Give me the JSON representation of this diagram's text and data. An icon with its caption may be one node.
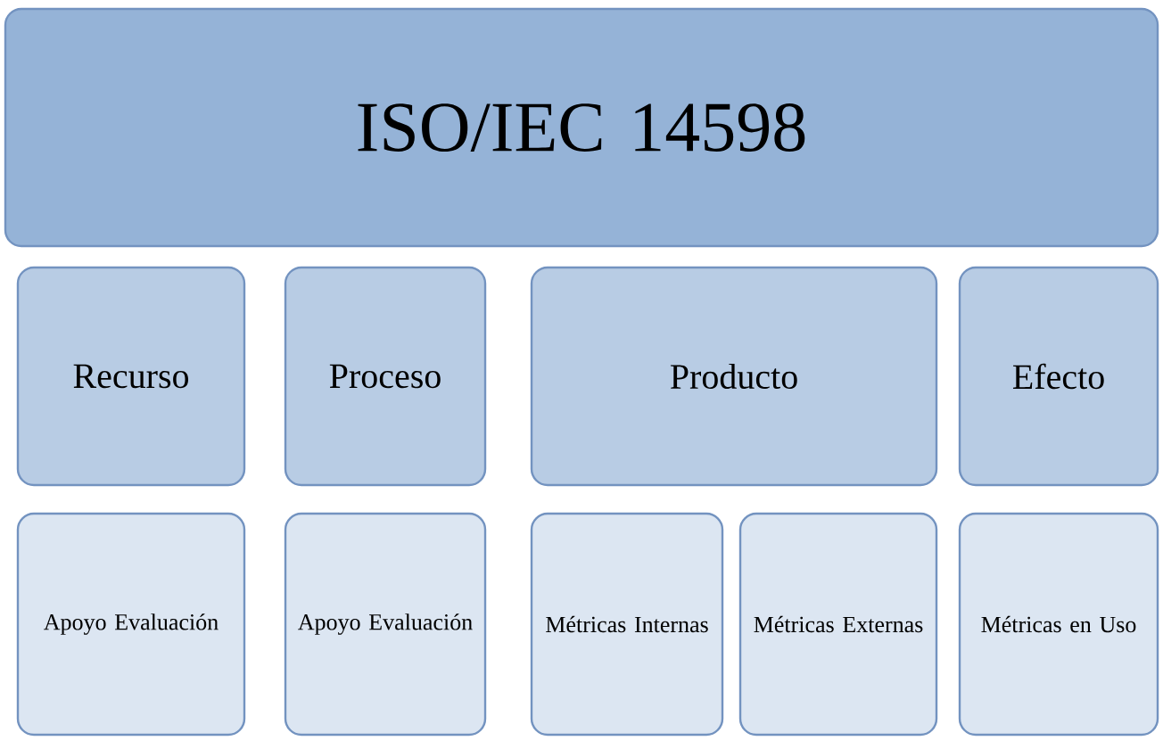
{
  "diagram": {
    "nodes": [
      {
        "text": [
          "ISO/IEC 14598"
        ]
      },
      {
        "text": [
          "Recurso"
        ]
      },
      {
        "text": [
          "Proceso"
        ]
      },
      {
        "text": [
          "Producto"
        ]
      },
      {
        "text": [
          "Efecto"
        ]
      },
      {
        "text": [
          "Apoyo Evaluación"
        ]
      },
      {
        "text": [
          "Apoyo Evaluación"
        ]
      },
      {
        "text": [
          "Métricas Internas"
        ]
      },
      {
        "text": [
          "Métricas Externas"
        ]
      },
      {
        "text": [
          "Métricas en Uso"
        ]
      }
    ]
  }
}
